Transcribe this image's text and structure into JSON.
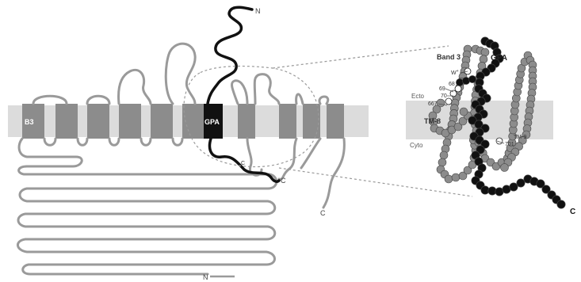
{
  "diagram": {
    "membrane_left": {
      "b3_label": "B3",
      "gpa_label": "GPA",
      "terminal_labels": {
        "b3_n": "N",
        "gpa_n": "N",
        "gpa_c": "C",
        "b3_c1": "C",
        "b3_c2": "C"
      }
    },
    "inset": {
      "band3_label": "Band 3",
      "gpa_label": "GPA",
      "ecto_label": "Ecto",
      "cyto_label": "Cyto",
      "tm8_label": "TM-8",
      "tm9_label": "TM-9",
      "residue_w": "W",
      "residue_w_sup": "+",
      "residues": [
        "68",
        "69",
        "70",
        "667",
        "701"
      ],
      "c_terminus": "C"
    },
    "colors": {
      "membrane": "#dcdcdc",
      "band3_segment": "#8c8c8c",
      "band3_line": "#9a9a9a",
      "gpa": "#111111",
      "connector": "#9a9a9a"
    }
  }
}
